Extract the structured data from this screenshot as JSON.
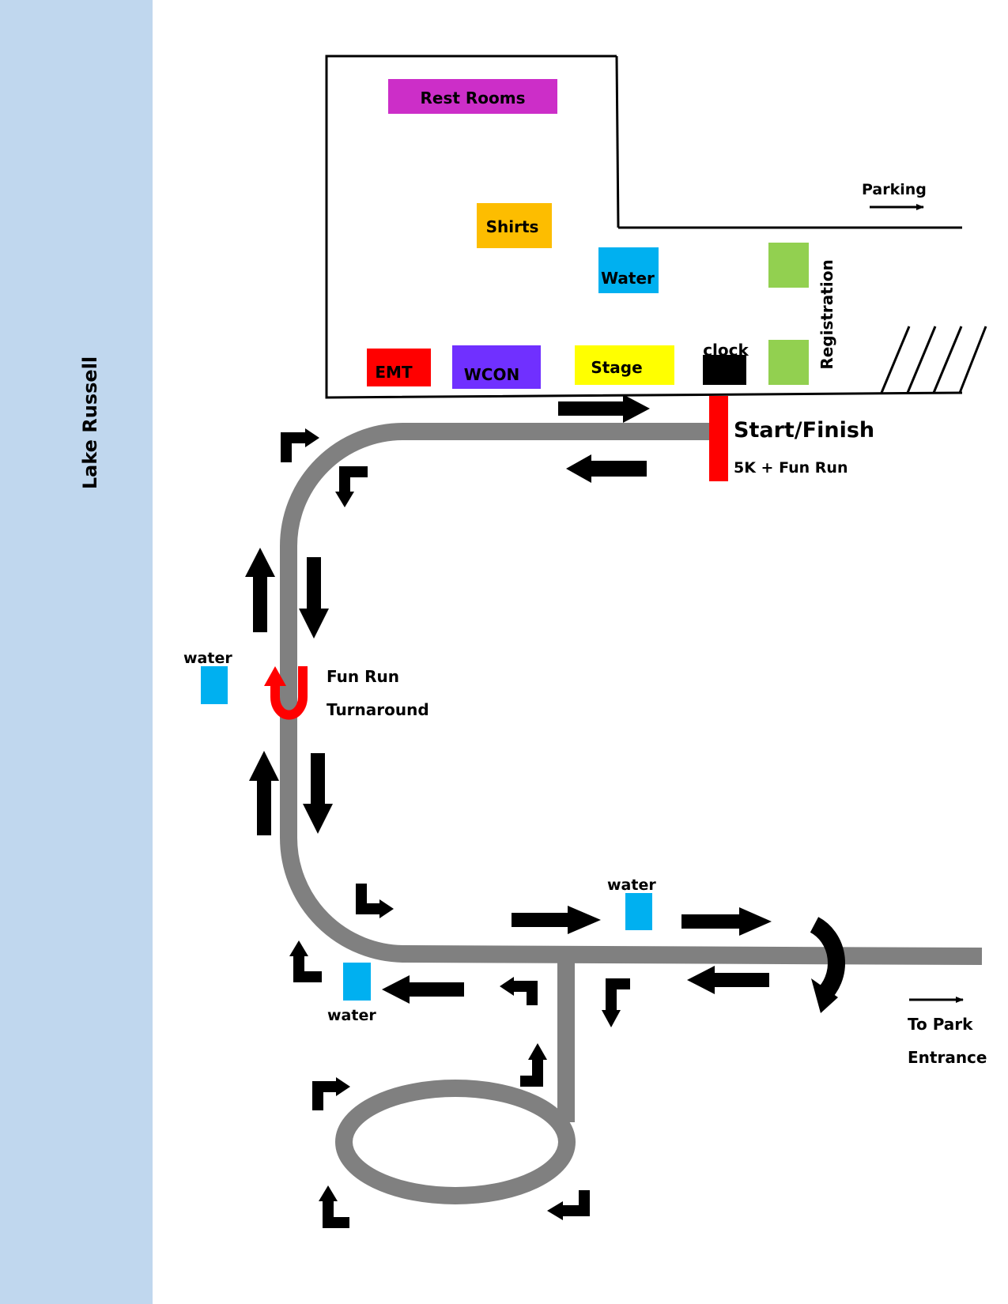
{
  "lake": {
    "label": "Lake Russell",
    "color": "#c0d7ee"
  },
  "colors": {
    "road": "#808080",
    "arrow": "#000000",
    "turnaround": "#ff0000",
    "start_line": "#ff0000",
    "water_station": "#00b0f0"
  },
  "venue": {
    "rest_rooms": {
      "label": "Rest Rooms",
      "color": "#cc2ec8"
    },
    "shirts": {
      "label": "Shirts",
      "color": "#fdbd00"
    },
    "water": {
      "label": "Water",
      "color": "#00b0f0"
    },
    "registration": {
      "label": "Registration",
      "color": "#92d050"
    },
    "emt": {
      "label": "EMT",
      "color": "#ff0000"
    },
    "wcon": {
      "label": "WCON",
      "color": "#7030ff"
    },
    "stage": {
      "label": "Stage",
      "color": "#ffff00"
    },
    "clock": {
      "label": "clock",
      "color": "#000000"
    }
  },
  "labels": {
    "parking": "Parking",
    "start_finish": "Start/Finish",
    "race_name": "5K + Fun Run",
    "fun_run_line1": "Fun Run",
    "fun_run_line2": "Turnaround",
    "to_park_line1": "To Park",
    "to_park_line2": "Entrance",
    "water": "water"
  }
}
